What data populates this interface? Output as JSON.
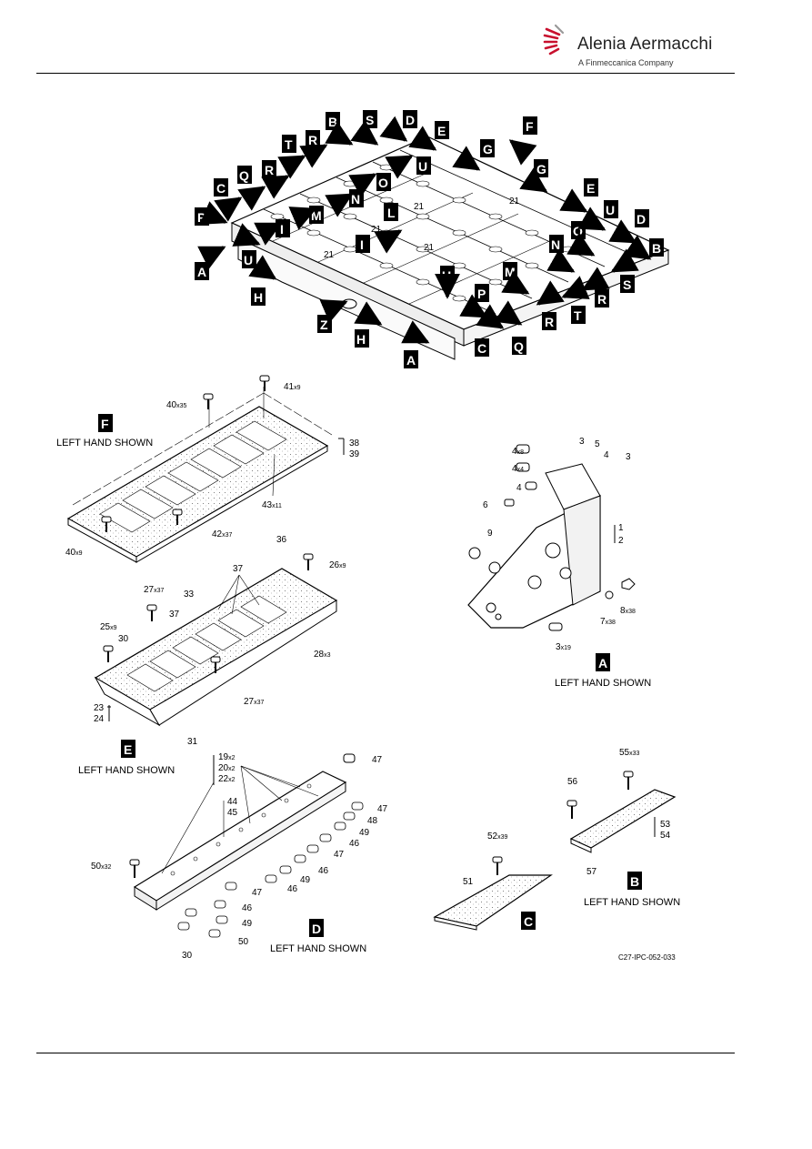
{
  "header": {
    "company": "Alenia Aermacchi",
    "subtitle": "A Finmeccanica Company",
    "logo_color": "#c8102e"
  },
  "figure_ref": "C27-IPC-052-033",
  "view_note": "LEFT HAND SHOWN",
  "overview": {
    "callouts": [
      "A",
      "B",
      "C",
      "D",
      "E",
      "F",
      "G",
      "H",
      "I",
      "L",
      "M",
      "N",
      "O",
      "P",
      "Q",
      "R",
      "S",
      "T",
      "U",
      "Z"
    ],
    "item_label": "21"
  },
  "detail_F": {
    "letter": "F",
    "note": "LEFT HAND SHOWN",
    "items": [
      {
        "num": "41",
        "qty": "x9"
      },
      {
        "num": "40",
        "qty": "x35"
      },
      {
        "num": "38",
        "qty": ""
      },
      {
        "num": "39",
        "qty": ""
      },
      {
        "num": "43",
        "qty": "x11"
      },
      {
        "num": "42",
        "qty": "x37"
      },
      {
        "num": "40",
        "qty": "x9"
      }
    ]
  },
  "detail_E": {
    "letter": "E",
    "note": "LEFT HAND SHOWN",
    "items": [
      {
        "num": "36",
        "qty": ""
      },
      {
        "num": "37",
        "qty": ""
      },
      {
        "num": "26",
        "qty": "x9"
      },
      {
        "num": "27",
        "qty": "x37"
      },
      {
        "num": "33",
        "qty": ""
      },
      {
        "num": "37",
        "qty": ""
      },
      {
        "num": "25",
        "qty": "x9"
      },
      {
        "num": "30",
        "qty": ""
      },
      {
        "num": "28",
        "qty": "x3"
      },
      {
        "num": "23",
        "qty": ""
      },
      {
        "num": "24",
        "qty": ""
      },
      {
        "num": "27",
        "qty": "x37"
      },
      {
        "num": "31",
        "qty": ""
      }
    ]
  },
  "detail_A": {
    "letter": "A",
    "note": "LEFT HAND SHOWN",
    "items": [
      {
        "num": "4",
        "qty": "x8"
      },
      {
        "num": "4",
        "qty": "x4"
      },
      {
        "num": "4",
        "qty": ""
      },
      {
        "num": "6",
        "qty": ""
      },
      {
        "num": "9",
        "qty": ""
      },
      {
        "num": "3",
        "qty": ""
      },
      {
        "num": "5",
        "qty": ""
      },
      {
        "num": "4",
        "qty": ""
      },
      {
        "num": "3",
        "qty": ""
      },
      {
        "num": "1",
        "qty": ""
      },
      {
        "num": "2",
        "qty": ""
      },
      {
        "num": "8",
        "qty": "x38"
      },
      {
        "num": "7",
        "qty": "x38"
      },
      {
        "num": "3",
        "qty": "x19"
      }
    ]
  },
  "detail_D": {
    "letter": "D",
    "note": "LEFT HAND SHOWN",
    "items": [
      {
        "num": "19",
        "qty": "x2"
      },
      {
        "num": "20",
        "qty": "x2"
      },
      {
        "num": "22",
        "qty": "x2"
      },
      {
        "num": "47",
        "qty": ""
      },
      {
        "num": "44",
        "qty": ""
      },
      {
        "num": "45",
        "qty": ""
      },
      {
        "num": "47",
        "qty": ""
      },
      {
        "num": "48",
        "qty": ""
      },
      {
        "num": "49",
        "qty": ""
      },
      {
        "num": "46",
        "qty": ""
      },
      {
        "num": "47",
        "qty": ""
      },
      {
        "num": "46",
        "qty": ""
      },
      {
        "num": "50",
        "qty": "x32"
      },
      {
        "num": "49",
        "qty": ""
      },
      {
        "num": "46",
        "qty": ""
      },
      {
        "num": "47",
        "qty": ""
      },
      {
        "num": "46",
        "qty": ""
      },
      {
        "num": "49",
        "qty": ""
      },
      {
        "num": "50",
        "qty": ""
      },
      {
        "num": "30",
        "qty": ""
      }
    ]
  },
  "detail_C": {
    "letter": "C",
    "items": [
      {
        "num": "52",
        "qty": "x39"
      },
      {
        "num": "51",
        "qty": ""
      }
    ]
  },
  "detail_B": {
    "letter": "B",
    "note": "LEFT HAND SHOWN",
    "items": [
      {
        "num": "55",
        "qty": "x33"
      },
      {
        "num": "56",
        "qty": ""
      },
      {
        "num": "53",
        "qty": ""
      },
      {
        "num": "54",
        "qty": ""
      },
      {
        "num": "57",
        "qty": ""
      }
    ]
  }
}
